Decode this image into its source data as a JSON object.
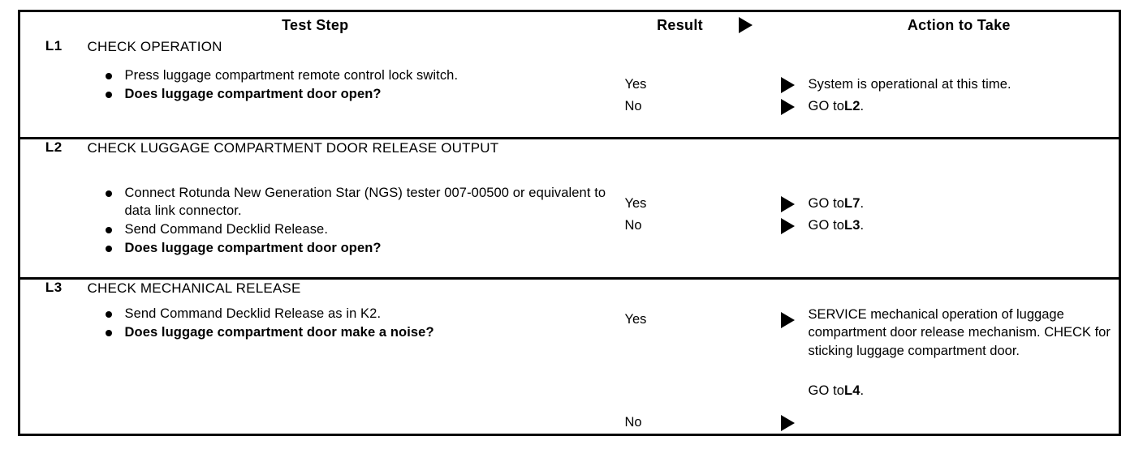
{
  "table": {
    "headers": {
      "test_step": "Test Step",
      "result": "Result",
      "result_arrow_icon": "triangle-right-icon",
      "action": "Action to Take"
    },
    "steps": [
      {
        "id": "L1",
        "title": "CHECK OPERATION",
        "bullets": [
          {
            "text": "Press luggage compartment remote control lock switch.",
            "bold": false
          },
          {
            "text": "Does luggage compartment door open?",
            "bold": true
          }
        ],
        "results": [
          {
            "label": "Yes",
            "arrow_icon": "triangle-right-icon",
            "action": "System is operational at this time.",
            "action_bold_tail": ""
          },
          {
            "label": "No",
            "arrow_icon": "triangle-right-icon",
            "action_prefix": "GO to ",
            "action_bold": "L2",
            "action_suffix": "."
          }
        ]
      },
      {
        "id": "L2",
        "title": "CHECK LUGGAGE COMPARTMENT DOOR RELEASE OUTPUT",
        "bullets": [
          {
            "text": "Connect Rotunda New Generation Star (NGS) tester 007-00500 or equivalent to data link connector.",
            "bold": false
          },
          {
            "text": "Send Command Decklid Release.",
            "bold": false
          },
          {
            "text": "Does luggage compartment door open?",
            "bold": true
          }
        ],
        "results": [
          {
            "label": "Yes",
            "arrow_icon": "triangle-right-icon",
            "action_prefix": "GO to ",
            "action_bold": "L7",
            "action_suffix": "."
          },
          {
            "label": "No",
            "arrow_icon": "triangle-right-icon",
            "action_prefix": "GO to ",
            "action_bold": "L3",
            "action_suffix": "."
          }
        ]
      },
      {
        "id": "L3",
        "title": "CHECK MECHANICAL RELEASE",
        "bullets": [
          {
            "text": "Send Command Decklid Release as in K2.",
            "bold": false
          },
          {
            "text": "Does luggage compartment door make a noise?",
            "bold": true
          }
        ],
        "results": [
          {
            "label": "Yes",
            "arrow_icon": "triangle-right-icon",
            "action": "SERVICE mechanical operation of luggage compartment door release mechanism. CHECK for sticking luggage compartment door."
          },
          {
            "label": "No",
            "arrow_icon": "triangle-right-icon",
            "action_prefix": "GO to ",
            "action_bold": "L4",
            "action_suffix": "."
          }
        ]
      }
    ]
  }
}
